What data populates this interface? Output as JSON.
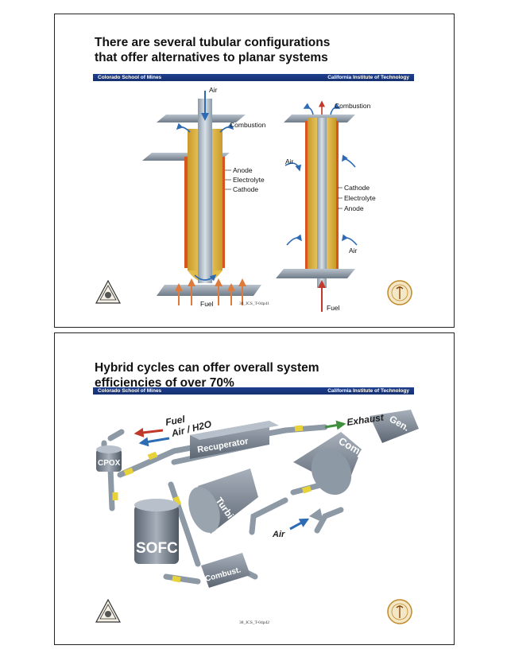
{
  "slide1": {
    "title_line1": "There are several tubular configurations",
    "title_line2": "that offer alternatives to planar systems",
    "banner_left": "Colorado School of Mines",
    "banner_right": "California Institute of Technology",
    "left_labels": {
      "air": "Air",
      "combustion": "Combustion",
      "anode": "Anode",
      "electrolyte": "Electrolyte",
      "cathode": "Cathode",
      "fuel": "Fuel"
    },
    "right_labels": {
      "combustion": "Combustion",
      "air_left": "Air",
      "cathode": "Cathode",
      "electrolyte": "Electrolyte",
      "anode": "Anode",
      "air_right": "Air",
      "fuel": "Fuel"
    },
    "footer": "38_ICS_T-04p41"
  },
  "slide2": {
    "title_line1": "Hybrid cycles can offer overall system",
    "title_line2": "efficiencies of over 70%",
    "banner_left": "Colorado School of Mines",
    "banner_right": "California Institute of Technology",
    "labels": {
      "fuel": "Fuel",
      "air_h2o": "Air / H2O",
      "exhaust": "Exhaust",
      "recuperator": "Recuperator",
      "cpox": "CPOX",
      "compressor": "Compre",
      "gen": "Gen.",
      "turbine": "Turbine",
      "air": "Air",
      "sofc": "SOFC",
      "combust": "Combust."
    },
    "footer": "38_ICS_T-04p42"
  },
  "colors": {
    "banner": "#1f3f8f",
    "tube_yellow": "#e8c34a",
    "tube_orange": "#d9541e",
    "steel": "#8e99a6",
    "arrow_blue": "#2e6bb5",
    "arrow_red": "#c0392b",
    "arrow_green": "#3e8f3e"
  },
  "icons": {
    "left_seal": "colorado-school-of-mines-seal-icon",
    "right_seal": "caltech-seal-icon"
  }
}
